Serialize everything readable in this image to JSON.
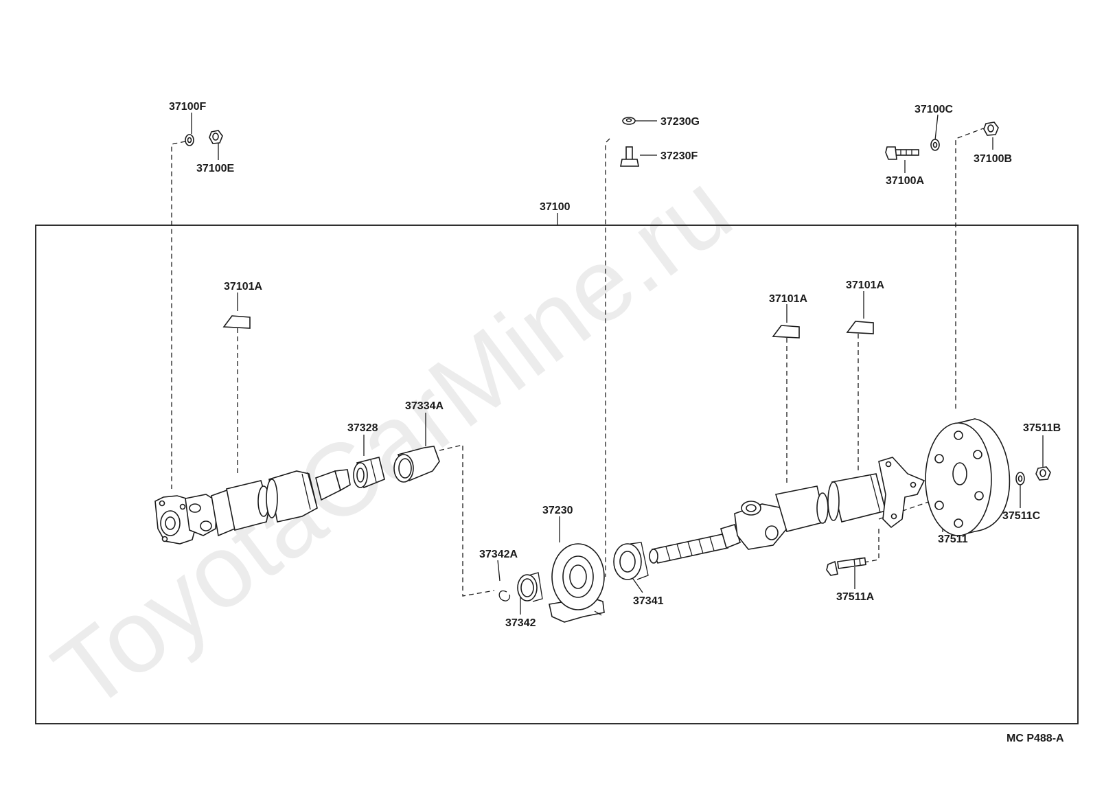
{
  "watermark": "ToyotaCarMine.ru",
  "diagram_code": "MC P488-A",
  "assembly_label": "37100",
  "labels": {
    "l37100F": "37100F",
    "l37100E": "37100E",
    "l37230G": "37230G",
    "l37230F": "37230F",
    "l37100C": "37100C",
    "l37100A": "37100A",
    "l37100B": "37100B",
    "l37101A_1": "37101A",
    "l37101A_2": "37101A",
    "l37101A_3": "37101A",
    "l37328": "37328",
    "l37334A": "37334A",
    "l37230": "37230",
    "l37342A": "37342A",
    "l37342": "37342",
    "l37341": "37341",
    "l37511B": "37511B",
    "l37511C": "37511C",
    "l37511": "37511",
    "l37511A": "37511A"
  }
}
